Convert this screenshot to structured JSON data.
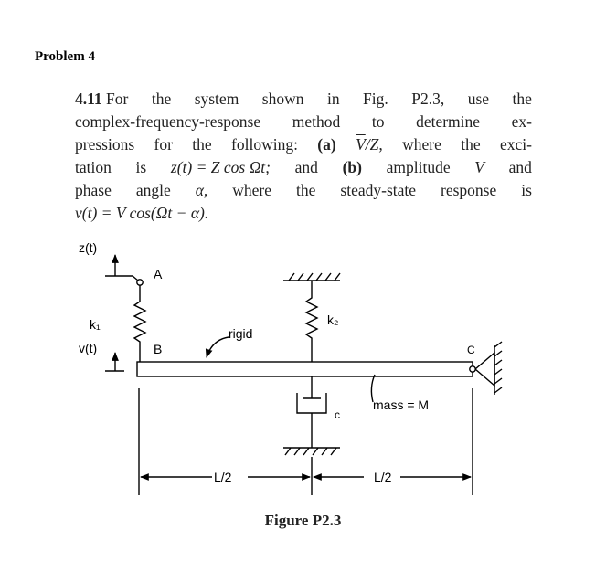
{
  "problem_label": "Problem 4",
  "problem": {
    "number": "4.11",
    "lines": [
      [
        "For",
        "the",
        "system",
        "shown",
        "in",
        "Fig.",
        "P2.3,",
        "use",
        "the"
      ],
      [
        "complex-frequency-response",
        "method",
        "to",
        "determine",
        "ex-"
      ],
      [
        "pressions",
        "for",
        "the",
        "following:"
      ],
      [
        "tation",
        "is"
      ],
      [
        "phase",
        "angle"
      ]
    ],
    "line3_part_a_label": "(a)",
    "line3_expr": "V/Z,",
    "line3_tail": [
      "where",
      "the",
      "exci-"
    ],
    "line4_expr": "z(t) = Z cos Ωt;",
    "line4_and": "and",
    "line4_part_b_label": "(b)",
    "line4_tail": [
      "amplitude",
      "V",
      "and"
    ],
    "line5_alpha": "α,",
    "line5_tail": [
      "where",
      "the",
      "steady-state",
      "response",
      "is"
    ],
    "line6_expr": "v(t) = V cos(Ωt − α)."
  },
  "figure": {
    "z_label": "z(t)",
    "point_a": "A",
    "point_b": "B",
    "point_c": "C",
    "spring1_label": "k₁",
    "v_label": "v(t)",
    "rigid_label": "rigid",
    "spring2_label": "k₂",
    "damper_label": "c",
    "mass_label": "mass = M",
    "dim_left": "L/2",
    "dim_right": "L/2",
    "caption": "Figure P2.3"
  }
}
